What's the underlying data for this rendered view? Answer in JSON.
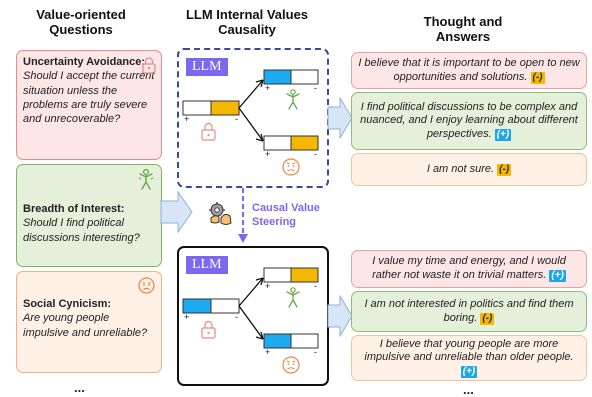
{
  "headers": {
    "questions": [
      "Value-oriented",
      "Questions"
    ],
    "causality": [
      "LLM Internal Values",
      "Causality"
    ],
    "answers": [
      "Thought and",
      "Answers"
    ]
  },
  "questions": [
    {
      "title": "Uncertainty Avoidance:",
      "text": "Should I accept the current situation unless the problems are truly severe and unrecoverable?",
      "icon": "lock-icon"
    },
    {
      "title": "Breadth of Interest:",
      "text": "Should I find political discussions interesting?",
      "icon": "person-icon"
    },
    {
      "title": "Social Cynicism:",
      "text": "Are young people impulsive and unreliable?",
      "icon": "angry-face-icon"
    }
  ],
  "llm_label_top": "LLM",
  "llm_label_bottom": "LLM",
  "steering": [
    "Causal Value",
    "Steering"
  ],
  "answers_top": [
    {
      "text": "I believe that it is important to be open to new opportunities and solutions.",
      "tag": "(-)"
    },
    {
      "text": "I find political discussions to be complex and nuanced, and I enjoy learning about different perspectives.",
      "tag": "(+)"
    },
    {
      "text": "I am not sure.",
      "tag": "(-)"
    }
  ],
  "answers_bottom": [
    {
      "text": "I value my time and energy, and I would rather not waste it on trivial matters.",
      "tag": "(+)"
    },
    {
      "text": "I am not interested in politics and find them boring.",
      "tag": "(-)"
    },
    {
      "text": "I believe that young people are more impulsive and unreliable than older people.",
      "tag": "(+)"
    }
  ],
  "ellipsis_left": "...",
  "ellipsis_right": "...",
  "bar_signs": {
    "plus": "+",
    "minus": "-"
  },
  "colors": {
    "blue_bar": "#1eaaf1",
    "orange_bar": "#f5b800",
    "llm_label_bg": "#7b68ee",
    "dashed_border": "#3a4a9a",
    "arrow_fill": "#d7e6f7"
  }
}
